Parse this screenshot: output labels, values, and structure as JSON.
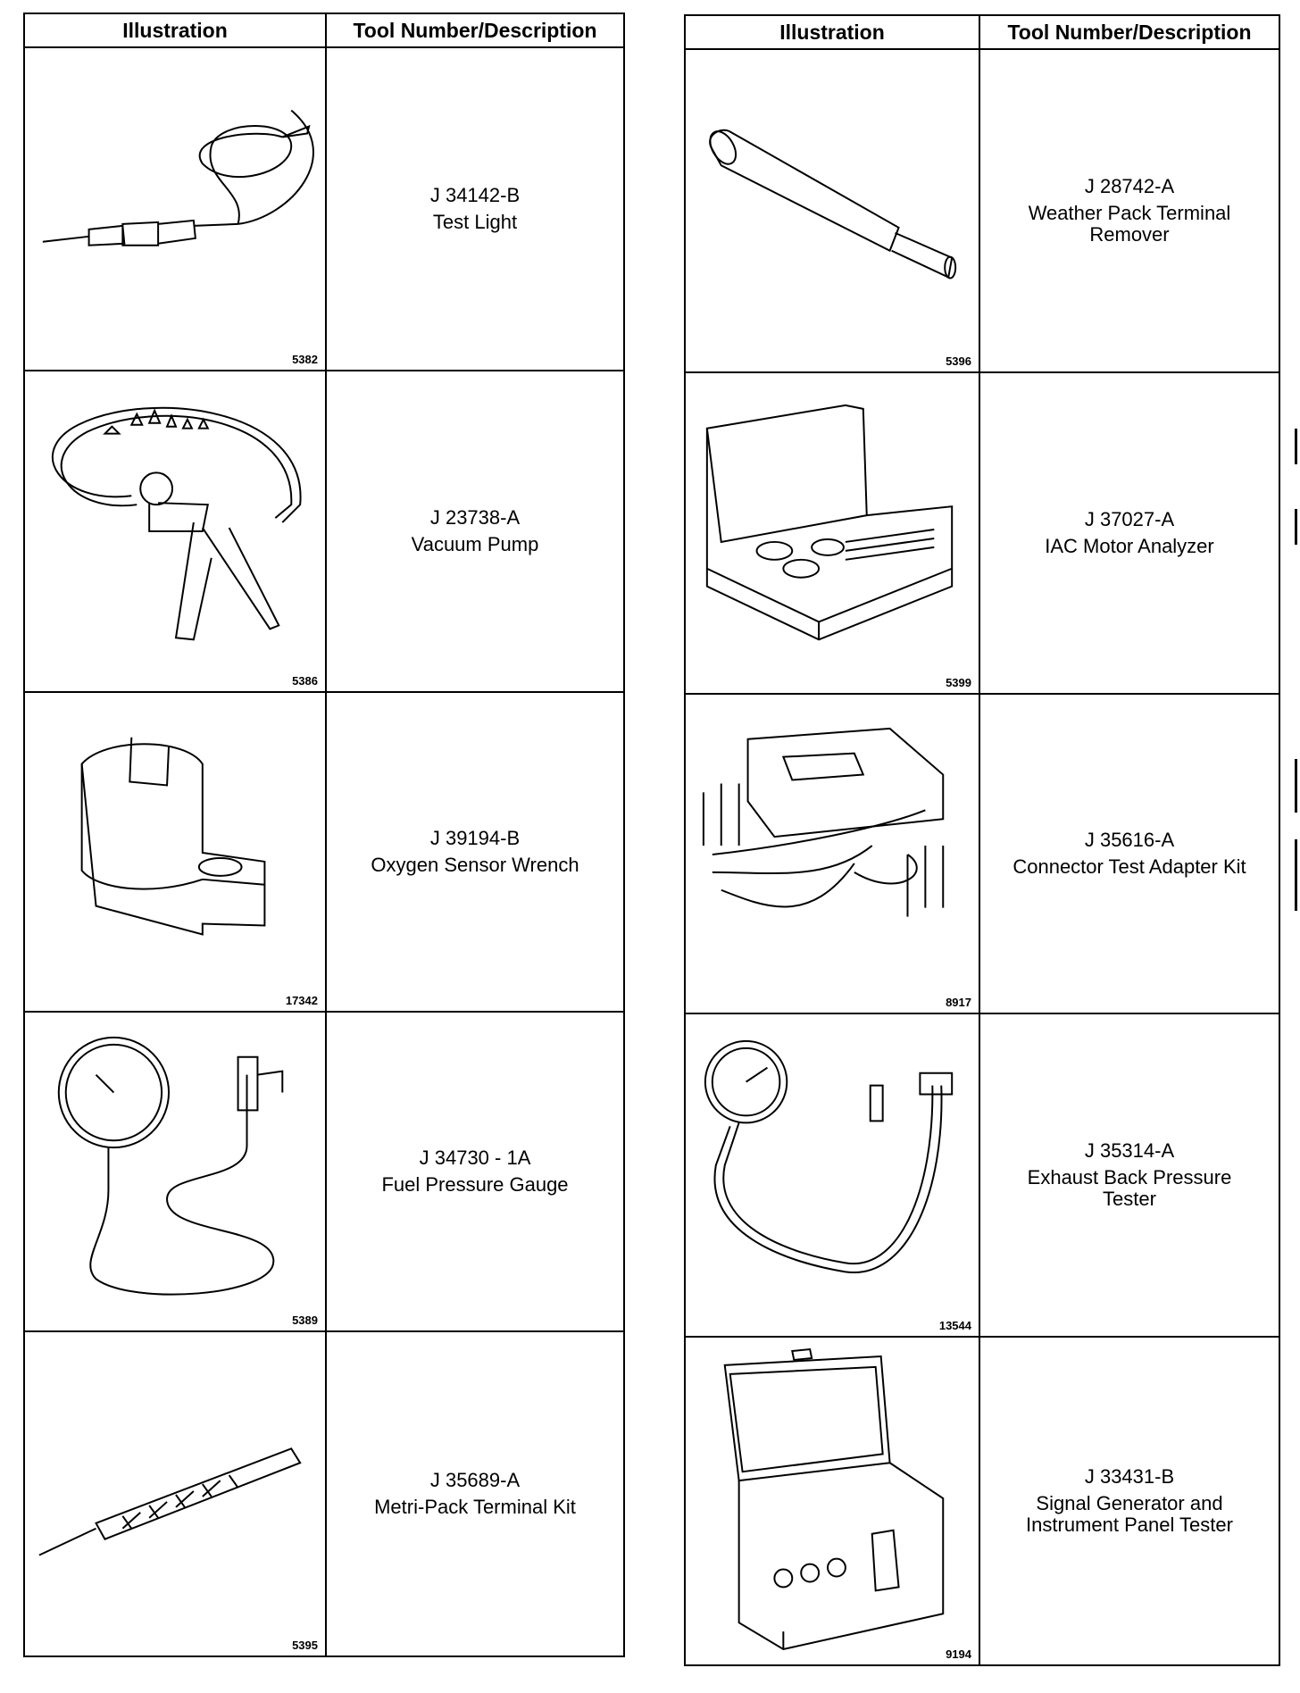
{
  "header": {
    "illustration": "Illustration",
    "tool": "Tool Number/Description"
  },
  "left": [
    {
      "num": "J 34142-B",
      "name": "Test Light",
      "fig": "5382",
      "icon": "test-light-icon"
    },
    {
      "num": "J 23738-A",
      "name": "Vacuum Pump",
      "fig": "5386",
      "icon": "vacuum-pump-icon"
    },
    {
      "num": "J 39194-B",
      "name": "Oxygen Sensor Wrench",
      "fig": "17342",
      "icon": "oxygen-sensor-wrench-icon"
    },
    {
      "num": "J 34730 - 1A",
      "name": "Fuel Pressure Gauge",
      "fig": "5389",
      "icon": "fuel-pressure-gauge-icon"
    },
    {
      "num": "J 35689-A",
      "name": "Metri-Pack Terminal Kit",
      "fig": "5395",
      "icon": "terminal-tool-icon"
    }
  ],
  "right": [
    {
      "num": "J 28742-A",
      "name": "Weather Pack Terminal\nRemover",
      "fig": "5396",
      "icon": "terminal-remover-icon"
    },
    {
      "num": "J 37027-A",
      "name": "IAC Motor Analyzer",
      "fig": "5399",
      "icon": "tool-case-icon"
    },
    {
      "num": "J 35616-A",
      "name": "Connector Test Adapter Kit",
      "fig": "8917",
      "icon": "adapter-kit-icon"
    },
    {
      "num": "J 35314-A",
      "name": "Exhaust Back Pressure\nTester",
      "fig": "13544",
      "icon": "pressure-tester-icon"
    },
    {
      "num": "J 33431-B",
      "name": "Signal Generator and\nInstrument Panel Tester",
      "fig": "9194",
      "icon": "signal-generator-icon"
    }
  ]
}
